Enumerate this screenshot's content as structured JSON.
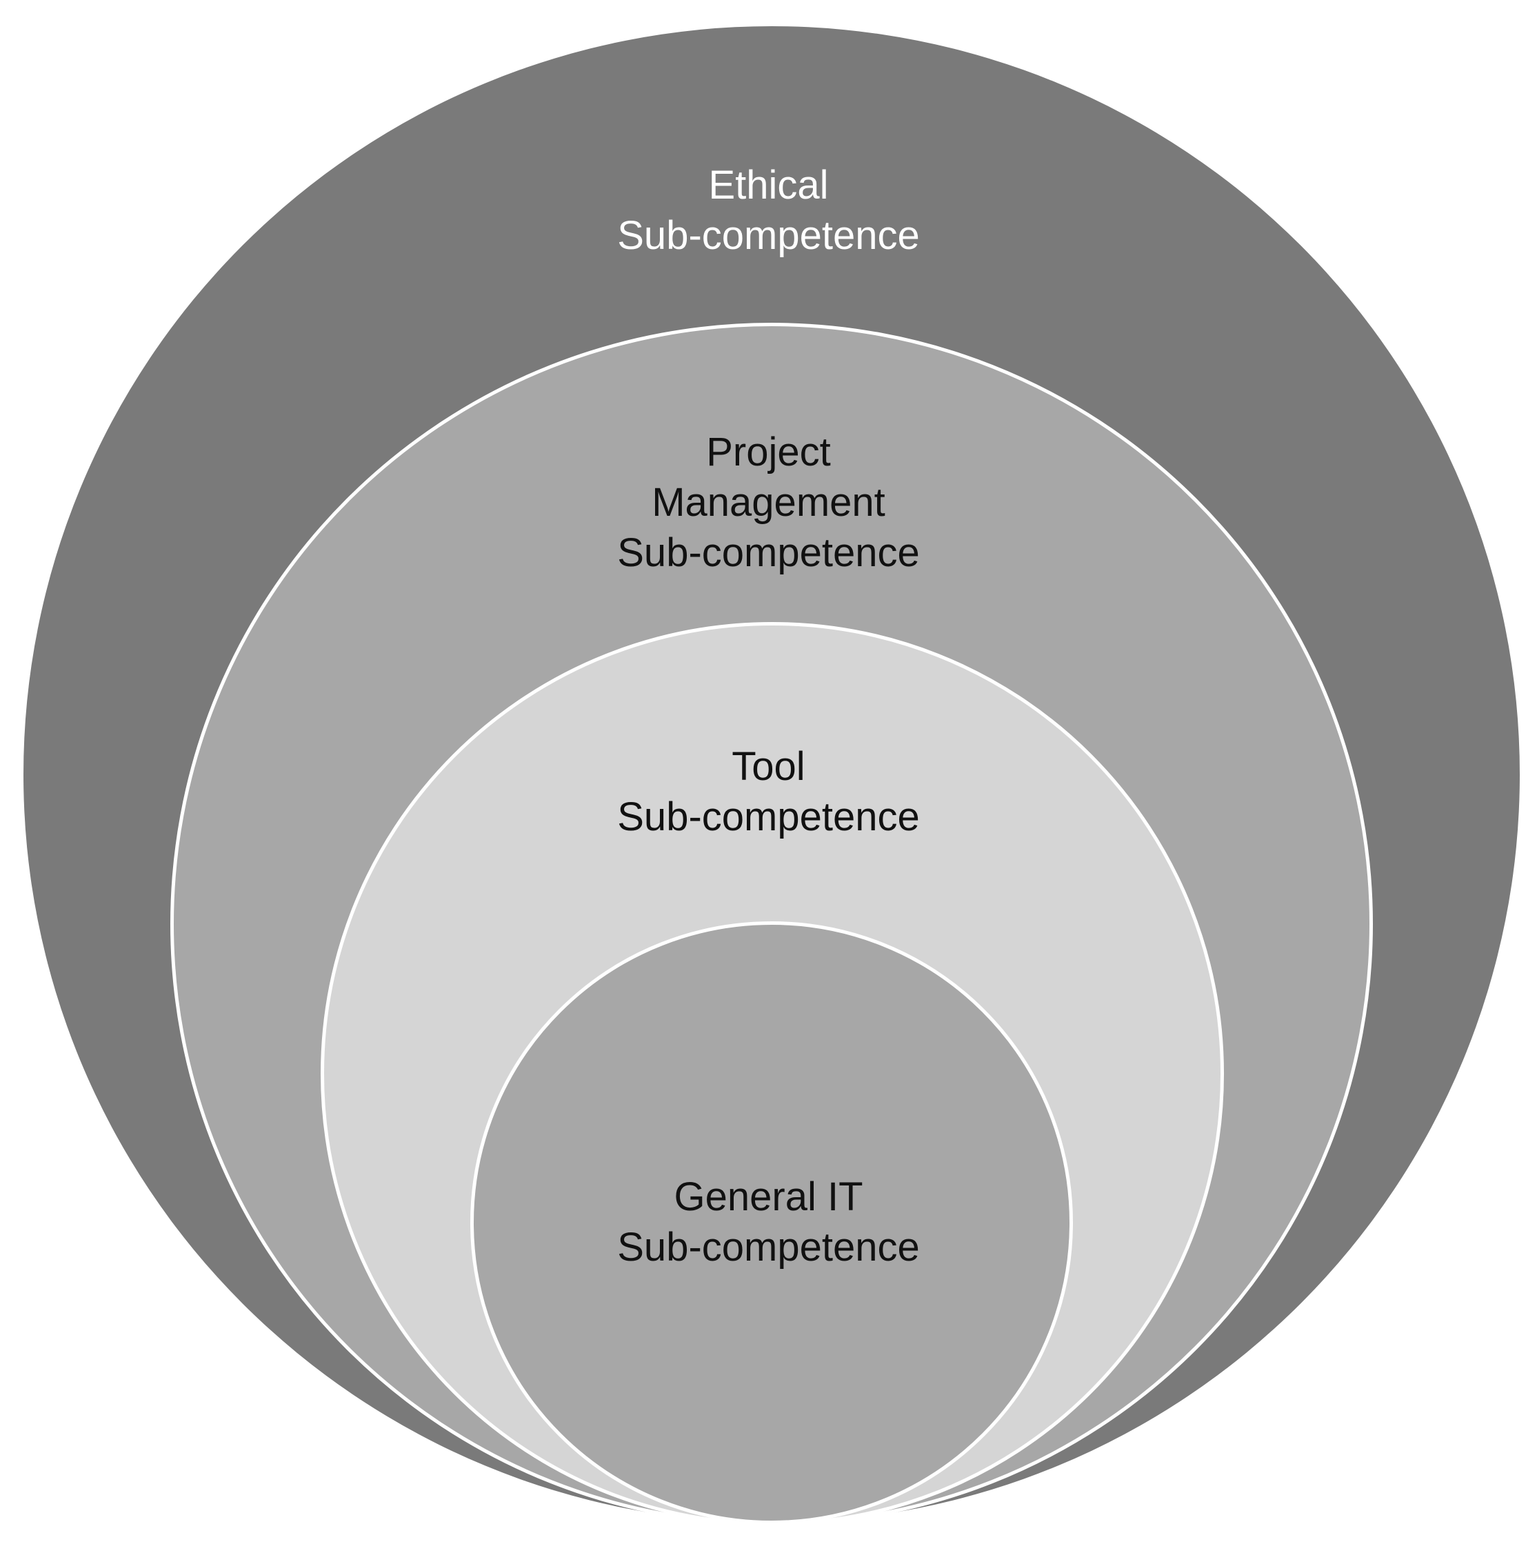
{
  "diagram": {
    "layers": [
      {
        "id": "ethical",
        "lines": [
          "Ethical",
          "Sub-competence"
        ],
        "fill_color": "#7a7a7a",
        "text_color": "#ffffff"
      },
      {
        "id": "project",
        "lines": [
          "Project",
          "Management",
          "Sub-competence"
        ],
        "fill_color": "#a7a7a7",
        "text_color": "#111111"
      },
      {
        "id": "tool",
        "lines": [
          "Tool",
          "Sub-competence"
        ],
        "fill_color": "#d5d5d5",
        "text_color": "#111111"
      },
      {
        "id": "general",
        "lines": [
          "General IT",
          "Sub-competence"
        ],
        "fill_color": "#a7a7a7",
        "text_color": "#111111"
      }
    ],
    "outline_color": "#ffffff"
  }
}
